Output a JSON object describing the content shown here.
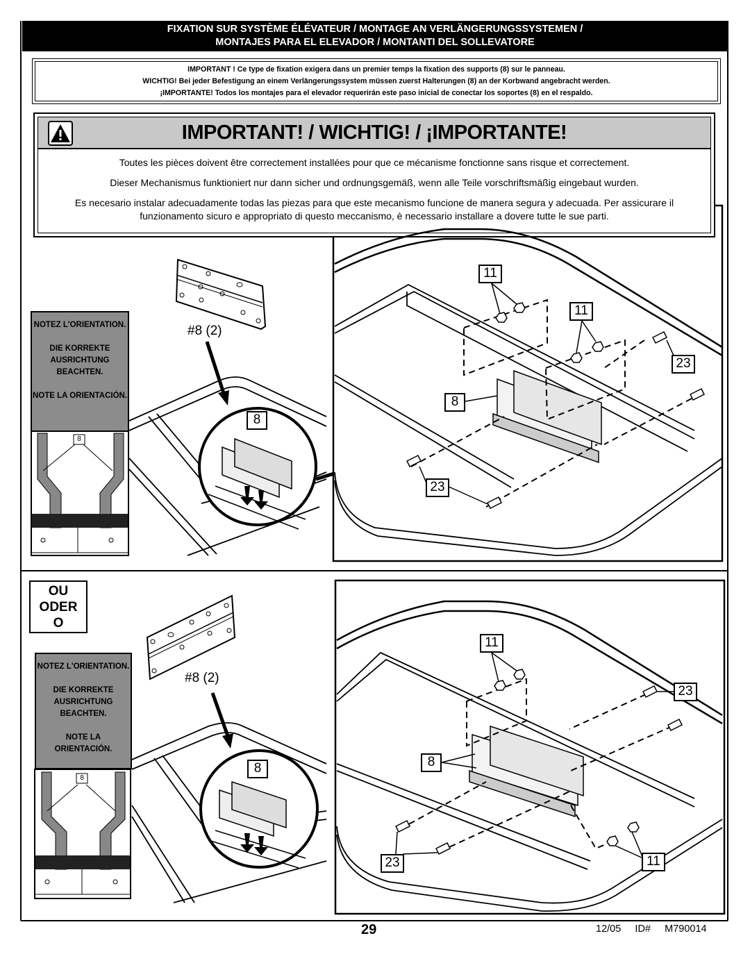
{
  "header": {
    "line1": "FIXATION SUR SYSTÈME ÉLÉVATEUR / MONTAGE AN VERLÄNGERUNGSSYSTEMEN /",
    "line2": "MONTAJES PARA EL ELEVADOR / MONTANTI DEL SOLLEVATORE"
  },
  "notice": {
    "fr": "IMPORTANT ! Ce type de fixation exigera dans un premier temps la fixation des supports (8) sur le panneau.",
    "de": "WICHTIG! Bei jeder Befestigung an einem Verlängerungssystem müssen zuerst Halterungen (8) an der Korbwand angebracht werden.",
    "es": "¡IMPORTANTE! Todos los montajes para el elevador requerirán este paso inicial de conectar los soportes (8) en el respaldo."
  },
  "warning": {
    "title": "IMPORTANT! / WICHTIG! / ¡IMPORTANTE!",
    "fr": "Toutes les pièces doivent être correctement installées pour que ce mécanisme fonctionne sans risque et correctement.",
    "de": "Dieser Mechanismus funktioniert nur dann sicher und ordnungsgemäß, wenn alle Teile vorschriftsmäßig eingebaut wurden.",
    "es_it": "Es necesario instalar adecuadamente todas las piezas para que este mecanismo funcione de manera segura y adecuada. Per assicurare il funzionamento sicuro e appropriato di questo meccanismo, è necessario installare a dovere tutte le sue parti."
  },
  "orientation_note": {
    "fr": "NOTEZ L'ORIENTATION.",
    "de": "DIE KORREKTE AUSRICHTUNG BEACHTEN.",
    "es": "NOTE LA ORIENTACIÓN."
  },
  "separator": {
    "fr": "OU",
    "de": "ODER",
    "es": "O"
  },
  "part_label": "#8 (2)",
  "callouts": {
    "bracket": "8",
    "nut": "11",
    "bolt": "23"
  },
  "footer": {
    "page": "29",
    "id": "12/05     ID#     M790014"
  }
}
